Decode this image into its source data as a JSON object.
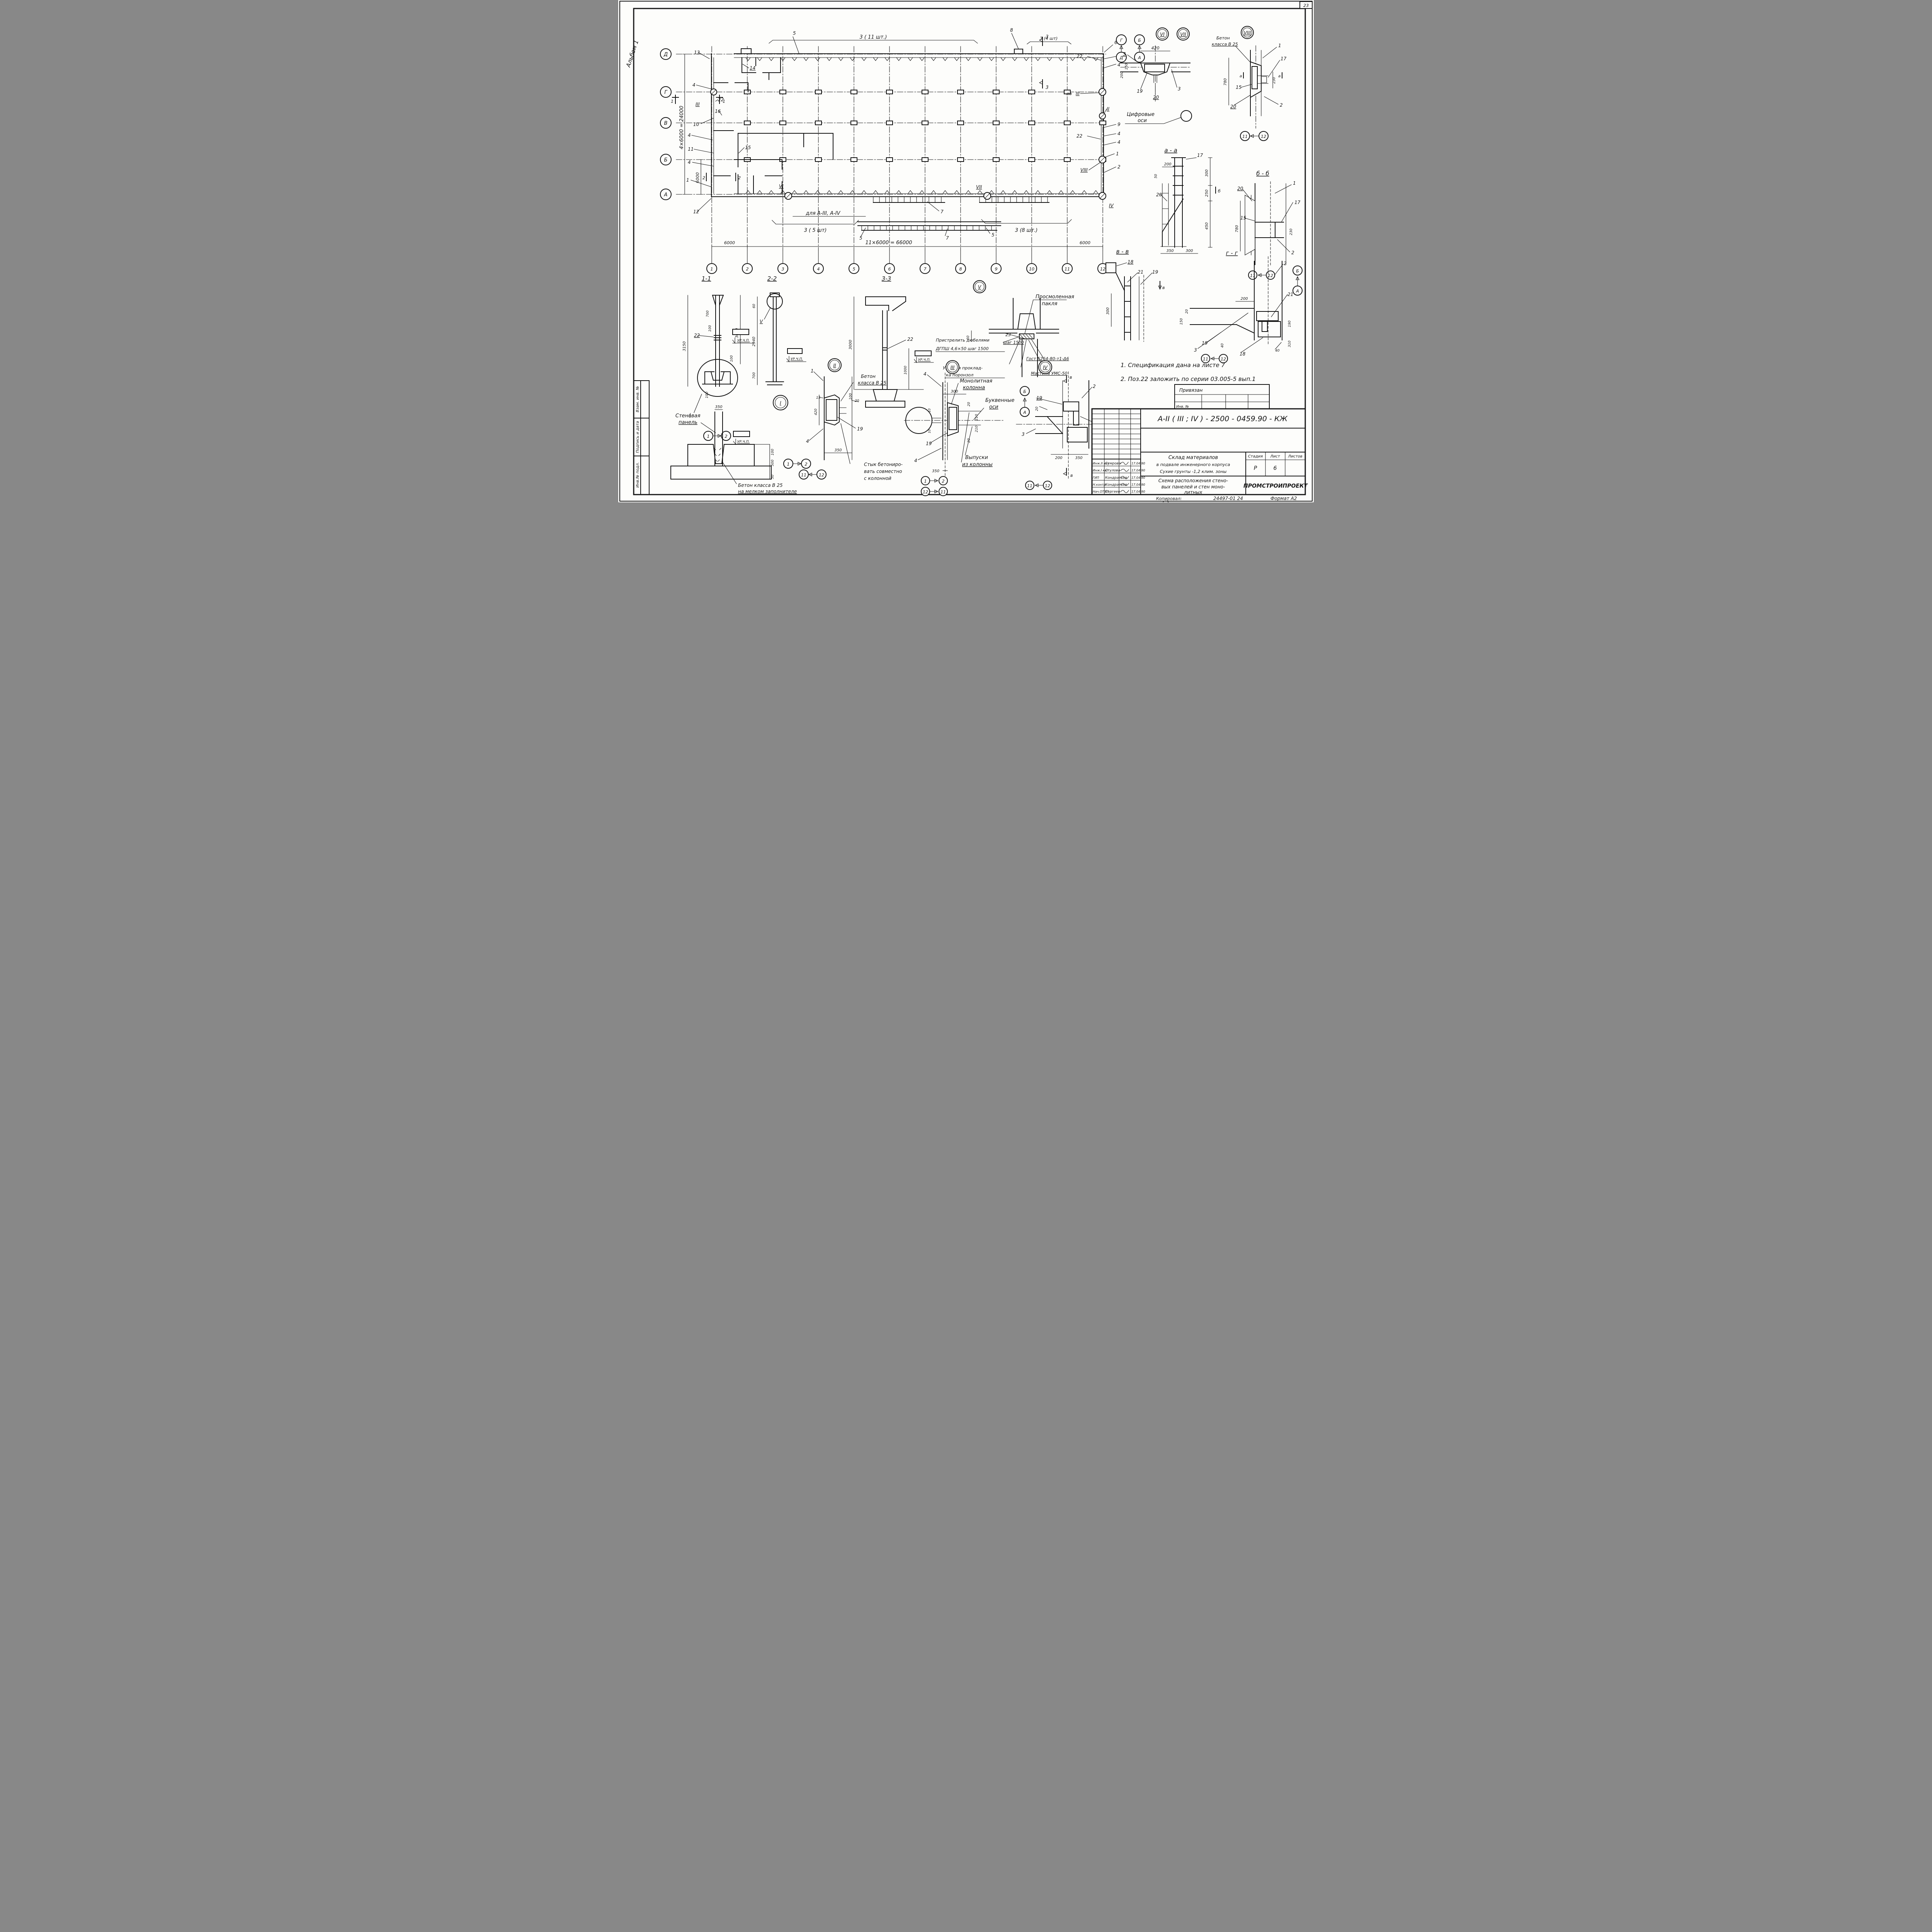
{
  "page": {
    "num": "23",
    "album": "Альбом 1"
  },
  "stampside": [
    "Взам. инв. №",
    "Подпись и дата",
    "Инв.№ подл."
  ],
  "n": {
    "1": "1",
    "2": "2",
    "3": "3",
    "4": "4",
    "5": "5",
    "6": "6",
    "7": "7",
    "8": "8",
    "9": "9",
    "10": "10",
    "11": "11",
    "12": "12",
    "13": "13",
    "14": "14",
    "15": "15",
    "16": "16",
    "17": "17",
    "18": "18",
    "19": "19",
    "20": "20",
    "21": "21",
    "22": "22",
    "23": "23",
    "40": "40",
    "50": "50",
    "60": "60",
    "100": "100",
    "150": "150",
    "190": "190",
    "200": "200",
    "210": "210",
    "230": "230",
    "250": "250",
    "300": "300",
    "310": "310",
    "350": "350",
    "420": "420",
    "450": "450",
    "500": "500",
    "700": "700",
    "780": "780",
    "1000": "1000",
    "2940": "2940",
    "3000": "3000",
    "3150": "3150",
    "6000": "6000"
  },
  "rom": {
    "I": "I",
    "II": "II",
    "III": "III",
    "IV": "IV",
    "V": "V",
    "VI": "VI",
    "VII": "VII",
    "VIII": "VIII"
  },
  "plan": {
    "letters": [
      "Д",
      "Г",
      "В",
      "Б",
      "А"
    ],
    "numbers": [
      "1",
      "2",
      "3",
      "4",
      "5",
      "6",
      "7",
      "8",
      "9",
      "10",
      "11",
      "12"
    ],
    "dim24000": "4×6000 = 24000",
    "dim66000": "11×6000 = 66000",
    "br11": "3 ( 11 шт.)",
    "br4": "3 (4 шт)",
    "br5": "3 ( 5 шт)",
    "br8": "3 (8 шт.)",
    "forstrip": "для  А-III, А-IV"
  },
  "sections": {
    "s11": "1-1",
    "s22": "2-2",
    "s33": "3-3",
    "saa": "а - а",
    "sbb": "б - б",
    "svv": "в - в",
    "sgg": "г - г"
  },
  "t": {
    "po": "по",
    "a_mark": "а",
    "b_mark": "б",
    "v_mark": "в",
    "beton_a": "Бетон",
    "beton_b": "класса В 25",
    "beton_b2": "Бетон класса В 25",
    "beton_c": "на мелком заполнителе",
    "cifr1": "Цифровые",
    "cifr2": "оси",
    "urchp": "УР.Ч.П.",
    "sten1": "Стеновая",
    "sten2": "панель",
    "mono1": "Монолитная",
    "mono2": "колонна",
    "bukv1": "Буквенные",
    "bukv2": "оси",
    "vypusk1": "Выпуски",
    "vypusk2": "из колонны",
    "styk1": "Стык бетониро-",
    "styk2": "вать совместно",
    "styk3": "с колонной",
    "pak1": "Просмоленная",
    "pak2": "пакля",
    "pristr1": "Пристрелить дюбелями",
    "pristr2": "ДГПШ  4,6×50 шаг 1500",
    "uprug1": "Упругая проклад-",
    "uprug2": "ка поронзол",
    "shag": "шаг 1500",
    "gost": "Гост 5264-80-т1-Δ6",
    "mastika": "Мастика УМС-50"
  },
  "notes": {
    "n1": "1. Спецификация дана на листе 7",
    "n2": "2. Поз.22 заложить по серии 03.005-5 вып.1"
  },
  "privy": {
    "title": "Привязан",
    "inv": "Инв. №"
  },
  "tb": {
    "doc": "А-II ( III ; IV ) - 2500 - 0459.90  -   КЖ",
    "proj1": "Склад материалов",
    "proj2": "в подвале инженерного корпуса",
    "proj3": "Сухие грунты -1,2 клим. зоны",
    "sh1": "Схема расположения стено-",
    "sh2": "вых панелей и стен моно-",
    "sh3": "литных",
    "org": "ПРОМСТРОИПРОЕКТ",
    "stadia": "Стадия",
    "list": "Лист",
    "listov": "Листов",
    "stadia_v": "Р",
    "list_v": "6",
    "roles": [
      [
        "Инж.II кат",
        "Сумрова"
      ],
      [
        "Инж.I кат",
        "Стулова"
      ],
      [
        "ГИП",
        "Кондратьев"
      ],
      [
        "Н.контр.",
        "Кондратьев"
      ],
      [
        "Нач.ОТЭП",
        "Сергеев"
      ]
    ],
    "date": "17.04.90",
    "kopir": "Копировал:",
    "num": "24497-01   24",
    "format": "Формат А2"
  }
}
